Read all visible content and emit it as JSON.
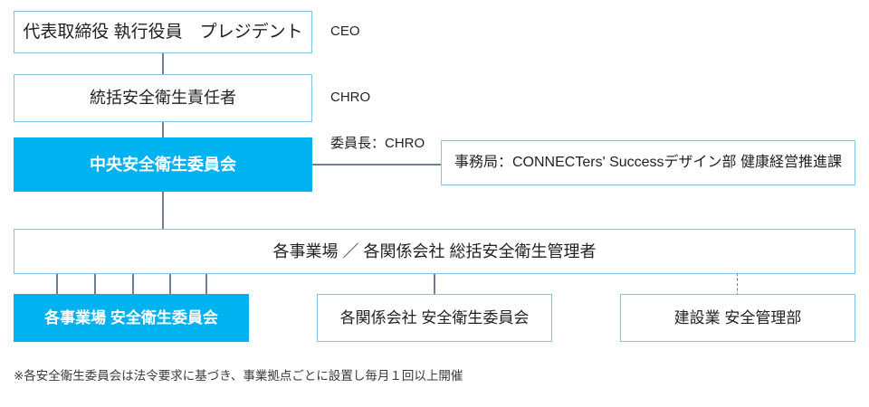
{
  "diagram": {
    "title_nodes": {
      "ceo": "代表取締役 執行役員　プレジデント",
      "chro": "統括安全衛生責任者",
      "central_committee": "中央安全衛生委員会",
      "secretariat": "事務局：CONNECTers' Successデザイン部 健康経営推進課",
      "general_manager": "各事業場 ／ 各関係会社 総括安全衛生管理者",
      "site_committee": "各事業場 安全衛生委員会",
      "affiliate_committee": "各関係会社 安全衛生委員会",
      "construction_dept": "建設業 安全管理部"
    },
    "side_labels": {
      "ceo_role": "CEO",
      "chro_role": "CHRO",
      "committee_chair": "委員長：CHRO"
    },
    "footnote": "※各安全衛生委員会は法令要求に基づき、事業拠点ごとに設置し毎月１回以上開催",
    "colors": {
      "accent_blue": "#00b2ef",
      "box_border": "#79c8ea",
      "connector": "#6f7d95",
      "text": "#231f20"
    }
  }
}
